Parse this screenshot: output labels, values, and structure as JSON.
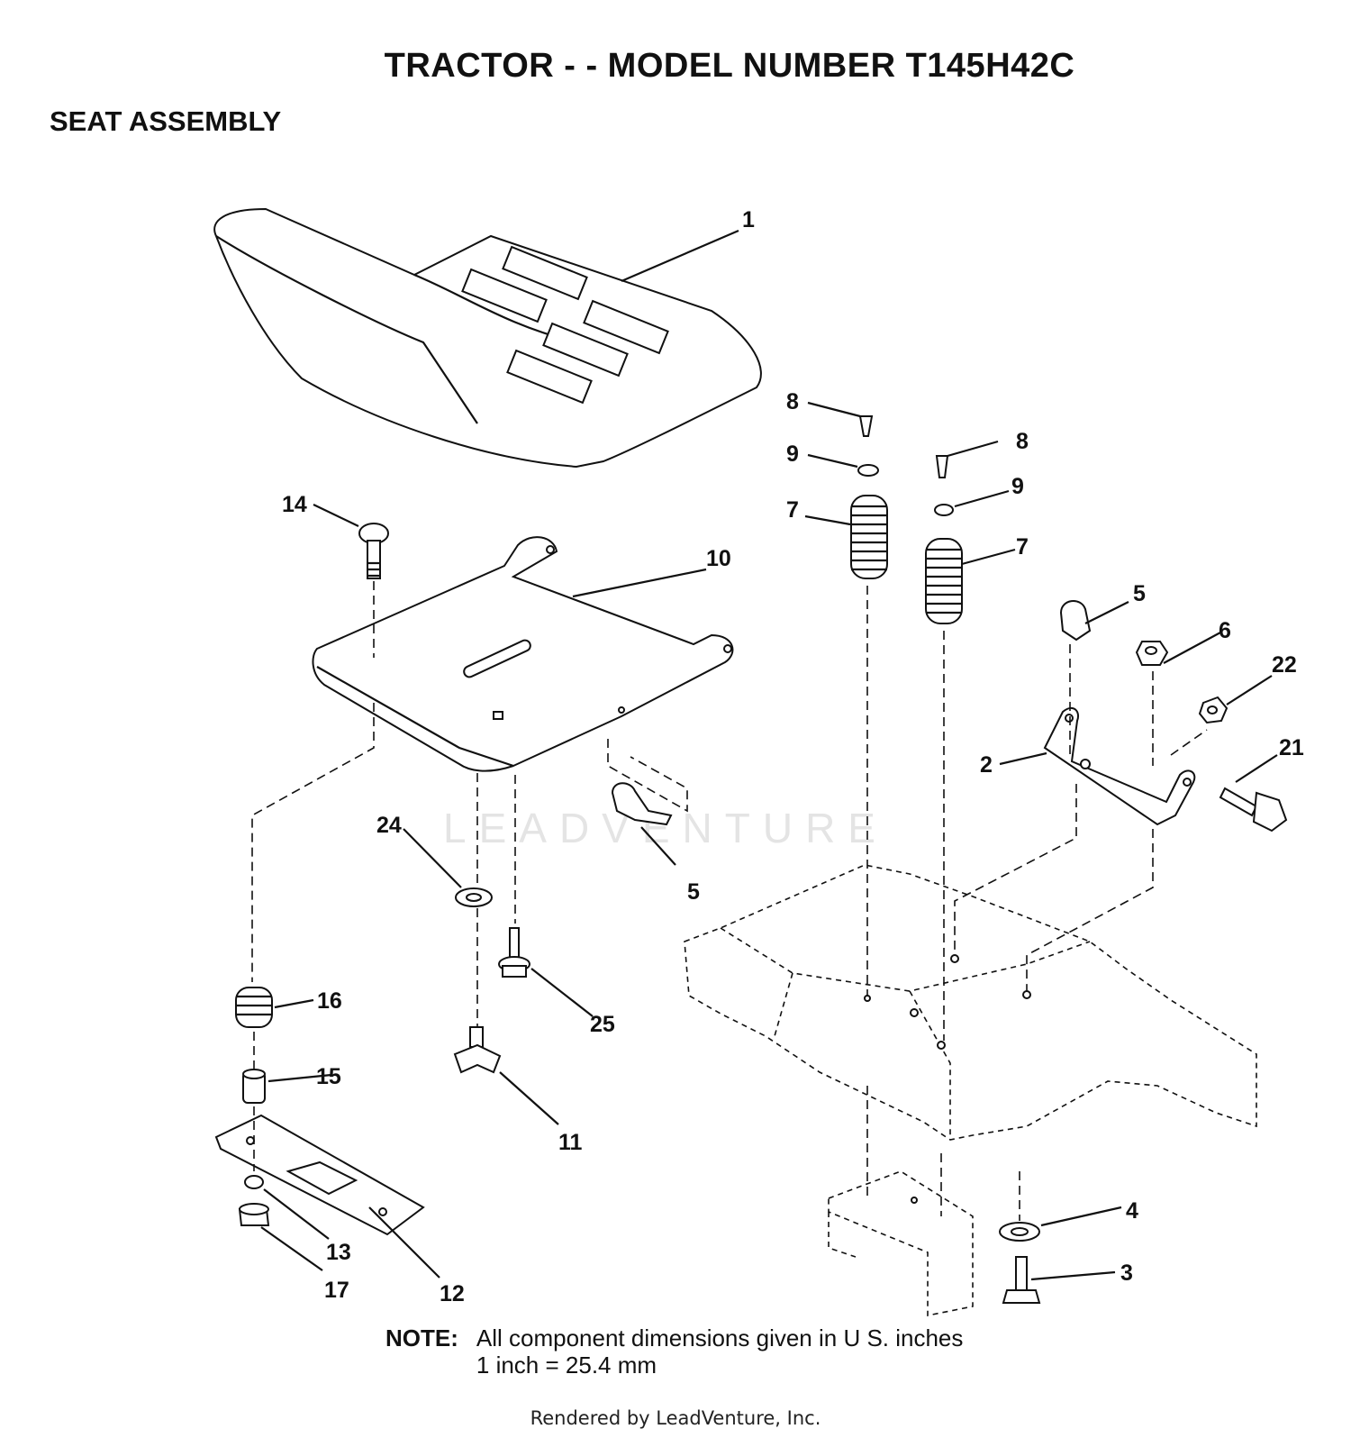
{
  "header": {
    "title": "TRACTOR - - MODEL NUMBER T145H42C",
    "subtitle": "SEAT ASSEMBLY"
  },
  "watermark": "LEADVENTURE",
  "callouts": [
    "1",
    "2",
    "3",
    "4",
    "5",
    "5",
    "6",
    "7",
    "7",
    "8",
    "8",
    "9",
    "9",
    "10",
    "11",
    "12",
    "13",
    "14",
    "15",
    "16",
    "17",
    "21",
    "22",
    "24",
    "25"
  ],
  "note": {
    "label": "NOTE:",
    "line1": "All component dimensions given in U S. inches",
    "line2": "1 inch = 25.4 mm"
  },
  "footer": {
    "rendered_by": "Rendered by LeadVenture, Inc."
  }
}
